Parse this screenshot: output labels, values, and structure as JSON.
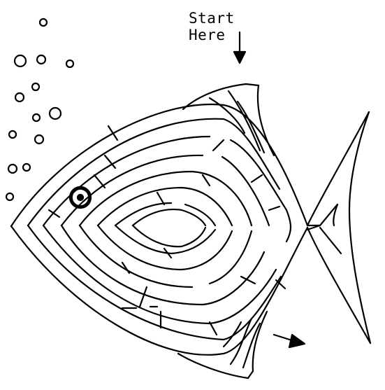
{
  "puzzle": {
    "start_label_line1": "Start",
    "start_label_line2": "Here"
  },
  "colors": {
    "line": "#000000",
    "background": "#ffffff"
  },
  "icons": {
    "entry_arrow": "down-arrow",
    "exit_arrow": "right-arrow",
    "fish_eye": "circle-eye"
  }
}
